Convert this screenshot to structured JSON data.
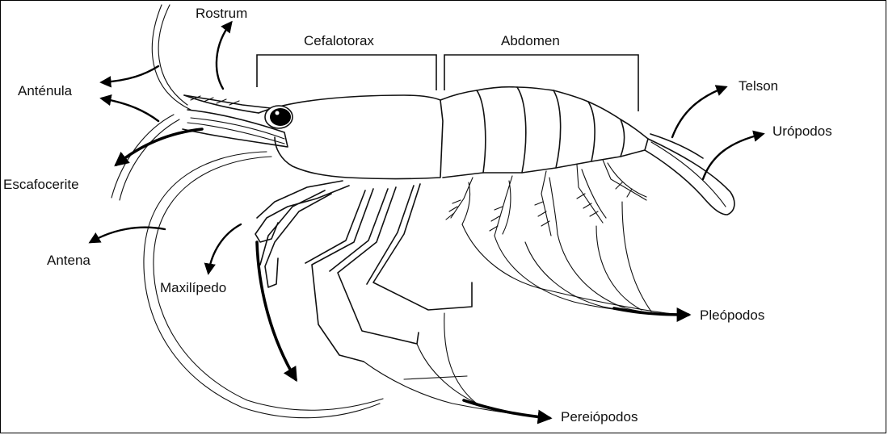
{
  "labels": {
    "rostrum": "Rostrum",
    "cefalotorax": "Cefalotorax",
    "abdomen": "Abdomen",
    "antenula": "Anténula",
    "telson": "Telson",
    "uropodos": "Urópodos",
    "escafocerite": "Escafocerite",
    "antena": "Antena",
    "maxilipedo": "Maxilípedo",
    "pleopodos": "Pleópodos",
    "pereiopodos": "Pereiópodos"
  },
  "colors": {
    "ink": "#111111",
    "background": "#ffffff"
  }
}
